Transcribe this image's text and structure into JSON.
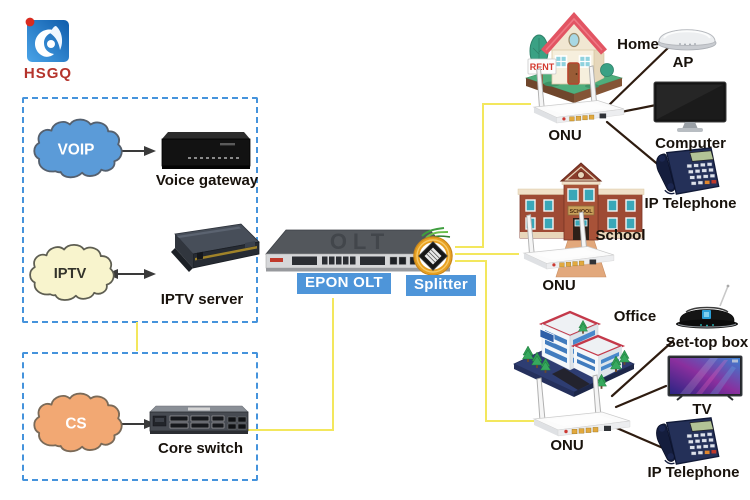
{
  "logo": {
    "text": "HSGQ"
  },
  "clouds": {
    "voip": "VOIP",
    "iptv": "IPTV",
    "cs": "CS"
  },
  "core_devices": {
    "voice_gateway": "Voice gateway",
    "iptv_server": "IPTV server",
    "core_switch": "Core switch",
    "olt_top_text": "OLT",
    "olt_badge": "EPON OLT",
    "splitter_badge": "Splitter"
  },
  "sites": {
    "home": {
      "label": "Home",
      "onu_label": "ONU",
      "sign_text": "RENT"
    },
    "school": {
      "label": "School",
      "onu_label": "ONU",
      "sign_text": "SCHOOL"
    },
    "office": {
      "label": "Office",
      "onu_label": "ONU"
    }
  },
  "terminals": {
    "ap": "AP",
    "computer": "Computer",
    "ip_phone_home": "IP Telephone",
    "set_top_box": "Set-top box",
    "tv": "TV",
    "ip_phone_office": "IP Telephone"
  },
  "colors": {
    "dashed_box_border": "#4593dc",
    "fiber_line": "#f3e75d",
    "badge_bg": "#4e95d9",
    "voip_cloud_fill": "#5b9bd8",
    "iptv_cloud_fill": "#f8f4cd",
    "cs_cloud_fill": "#f2a873",
    "arrow_color": "#3a3a3a"
  }
}
